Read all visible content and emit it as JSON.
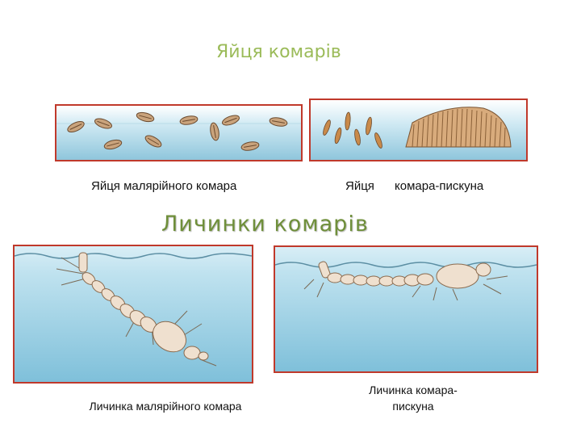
{
  "eggs": {
    "title": "Яйця комарів",
    "malaria_caption": "Яйця  малярійного комара",
    "culex_caption_word1": "Яйця",
    "culex_caption_word2": "комара-пискуна"
  },
  "larvae": {
    "title": "Личинки комарів",
    "malaria_caption": "Личинка малярійного комара",
    "culex_caption": "Личинка комара-пискуна"
  },
  "colors": {
    "title_green": "#9bbb59",
    "panel_border": "#c0392b",
    "water_blue": "#9fd0e4"
  }
}
